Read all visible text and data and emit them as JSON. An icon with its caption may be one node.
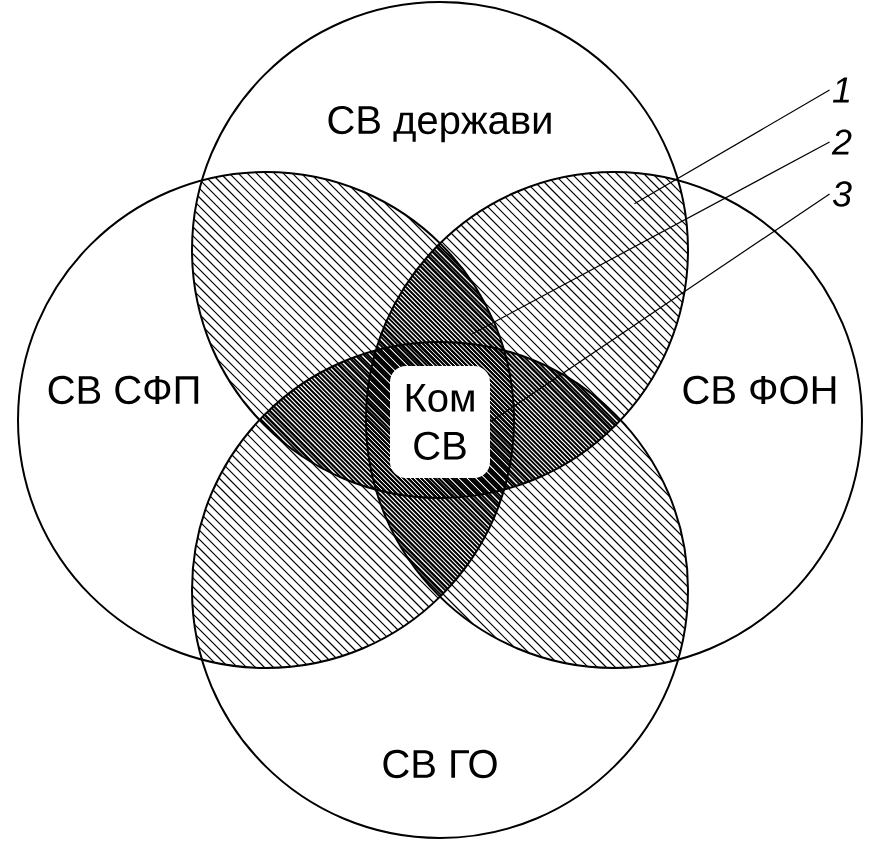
{
  "diagram": {
    "nodes": [
      {
        "text": [
          "СВ держави"
        ]
      },
      {
        "text": [
          "СВ СФП"
        ]
      },
      {
        "text": [
          "СВ ФОН"
        ]
      },
      {
        "text": [
          "СВ ГО"
        ]
      },
      {
        "text": [
          "Ком СВ"
        ]
      },
      {
        "text": [
          "1"
        ]
      },
      {
        "text": [
          "2"
        ]
      },
      {
        "text": [
          "3"
        ]
      },
      {
        "text": [],
        "shape": "lens"
      },
      {
        "text": [],
        "shape": "lens"
      },
      {
        "text": [],
        "shape": "lens"
      },
      {
        "text": [],
        "shape": "lens"
      },
      {
        "text": [],
        "shape": "lens"
      },
      {
        "text": [],
        "shape": "lens"
      }
    ],
    "edges": [
      {
        "from": 5,
        "to": 9,
        "arrow": "none"
      },
      {
        "from": 6,
        "to": 10,
        "arrow": "none"
      },
      {
        "from": 7,
        "to": 4,
        "arrow": "none"
      }
    ]
  }
}
